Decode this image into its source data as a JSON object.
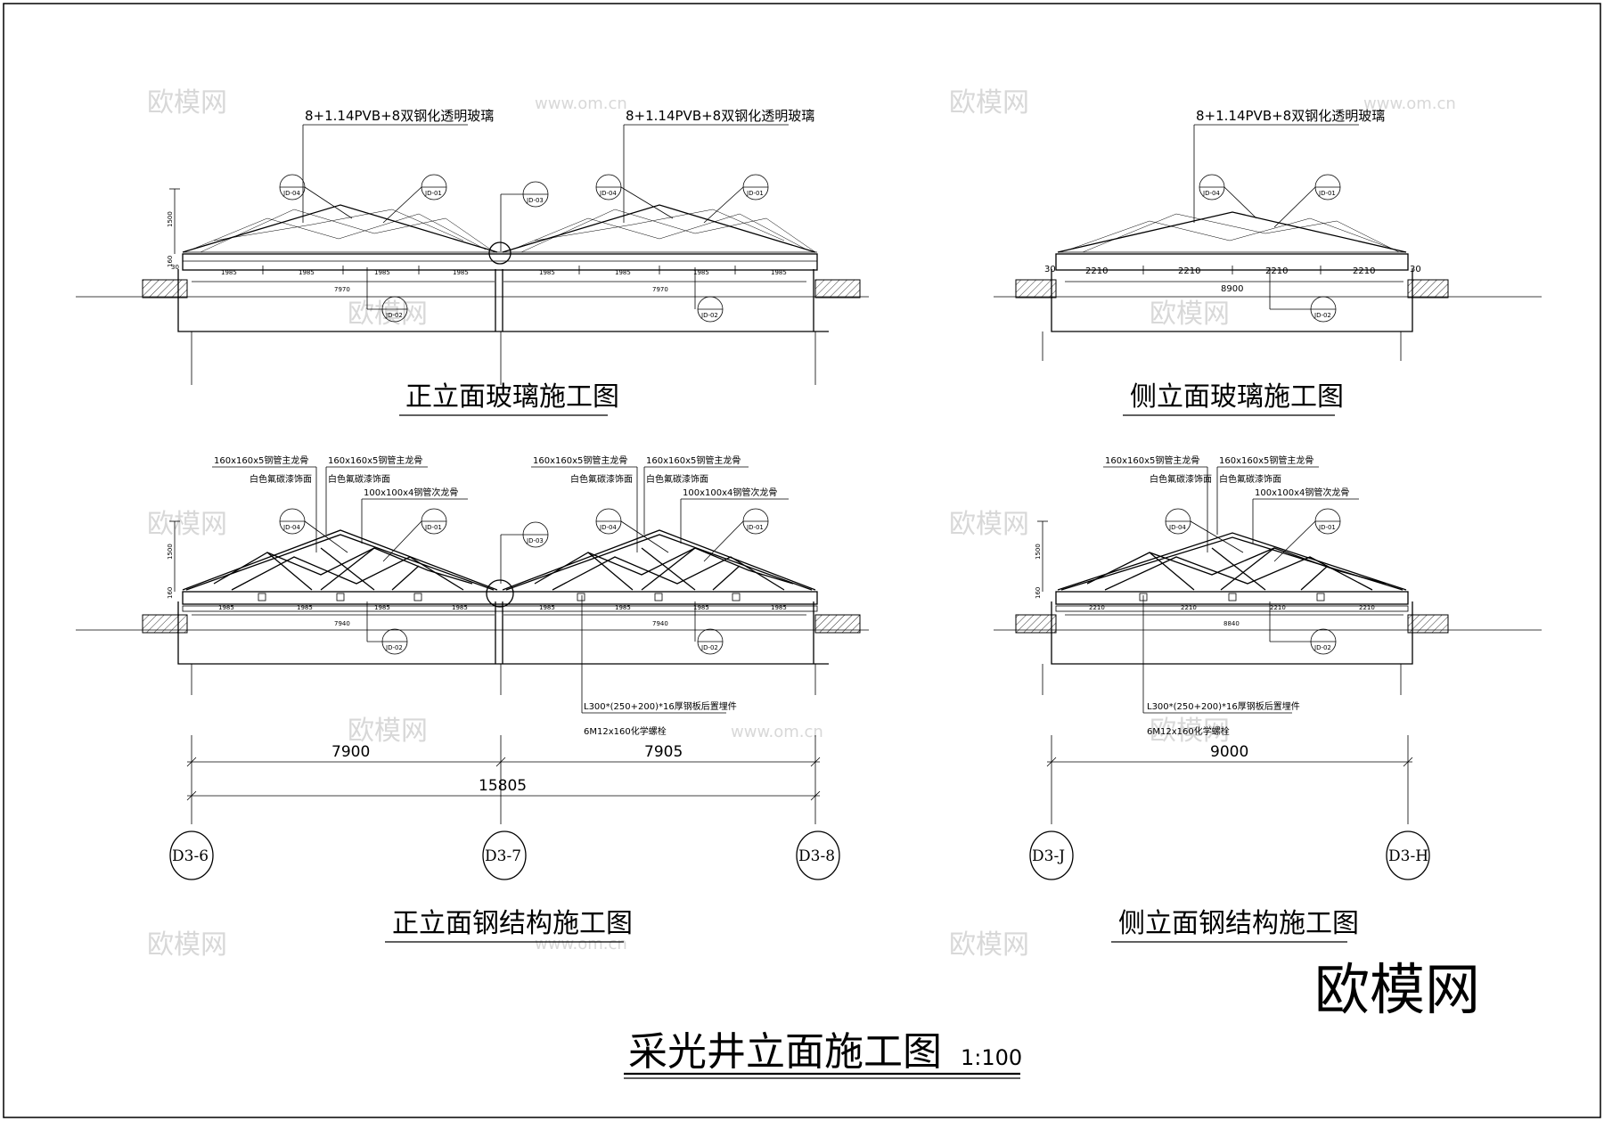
{
  "watermark": {
    "site": "欧模网",
    "url": "www.om.cn",
    "corner_logo": "欧模网"
  },
  "glass_note": "8+1.14PVB+8双钢化透明玻璃",
  "steel_notes": {
    "main_keel": "160x160x5钢管主龙骨",
    "finish": "白色氟碳漆饰面",
    "sub_keel": "100x100x4钢管次龙骨",
    "embed_plate": "L300*(250+200)*16厚钢板后置埋件",
    "bolt": "6M12x160化学螺栓"
  },
  "callouts": {
    "jd01": "JD-01",
    "jd02": "JD-02",
    "jd03": "JD-03",
    "jd04": "JD-04"
  },
  "front_glass": {
    "title": "正立面玻璃施工图",
    "height_dim": "1500",
    "plinth_dim": "160",
    "bays": [
      "1985",
      "1985",
      "1985",
      "1985"
    ],
    "span_left": "7970",
    "span_right": "7970",
    "edge": "30"
  },
  "side_glass": {
    "title": "侧立面玻璃施工图",
    "bays": [
      "2210",
      "2210",
      "2210",
      "2210"
    ],
    "span": "8900",
    "edge": "30"
  },
  "front_steel": {
    "title": "正立面钢结构施工图",
    "height_dim": "1500",
    "plinth_dim": "160",
    "bays": [
      "1985",
      "1985",
      "1985",
      "1985"
    ],
    "span_left": "7940",
    "span_right": "7940",
    "dim1": "7900",
    "dim2": "7905",
    "total": "15805",
    "axes": [
      "D3-6",
      "D3-7",
      "D3-8"
    ]
  },
  "side_steel": {
    "title": "侧立面钢结构施工图",
    "bays": [
      "2210",
      "2210",
      "2210",
      "2210"
    ],
    "span": "8840",
    "dim": "9000",
    "axes": [
      "D3-J",
      "D3-H"
    ]
  },
  "main_title": "采光井立面施工图",
  "scale": "1:100"
}
